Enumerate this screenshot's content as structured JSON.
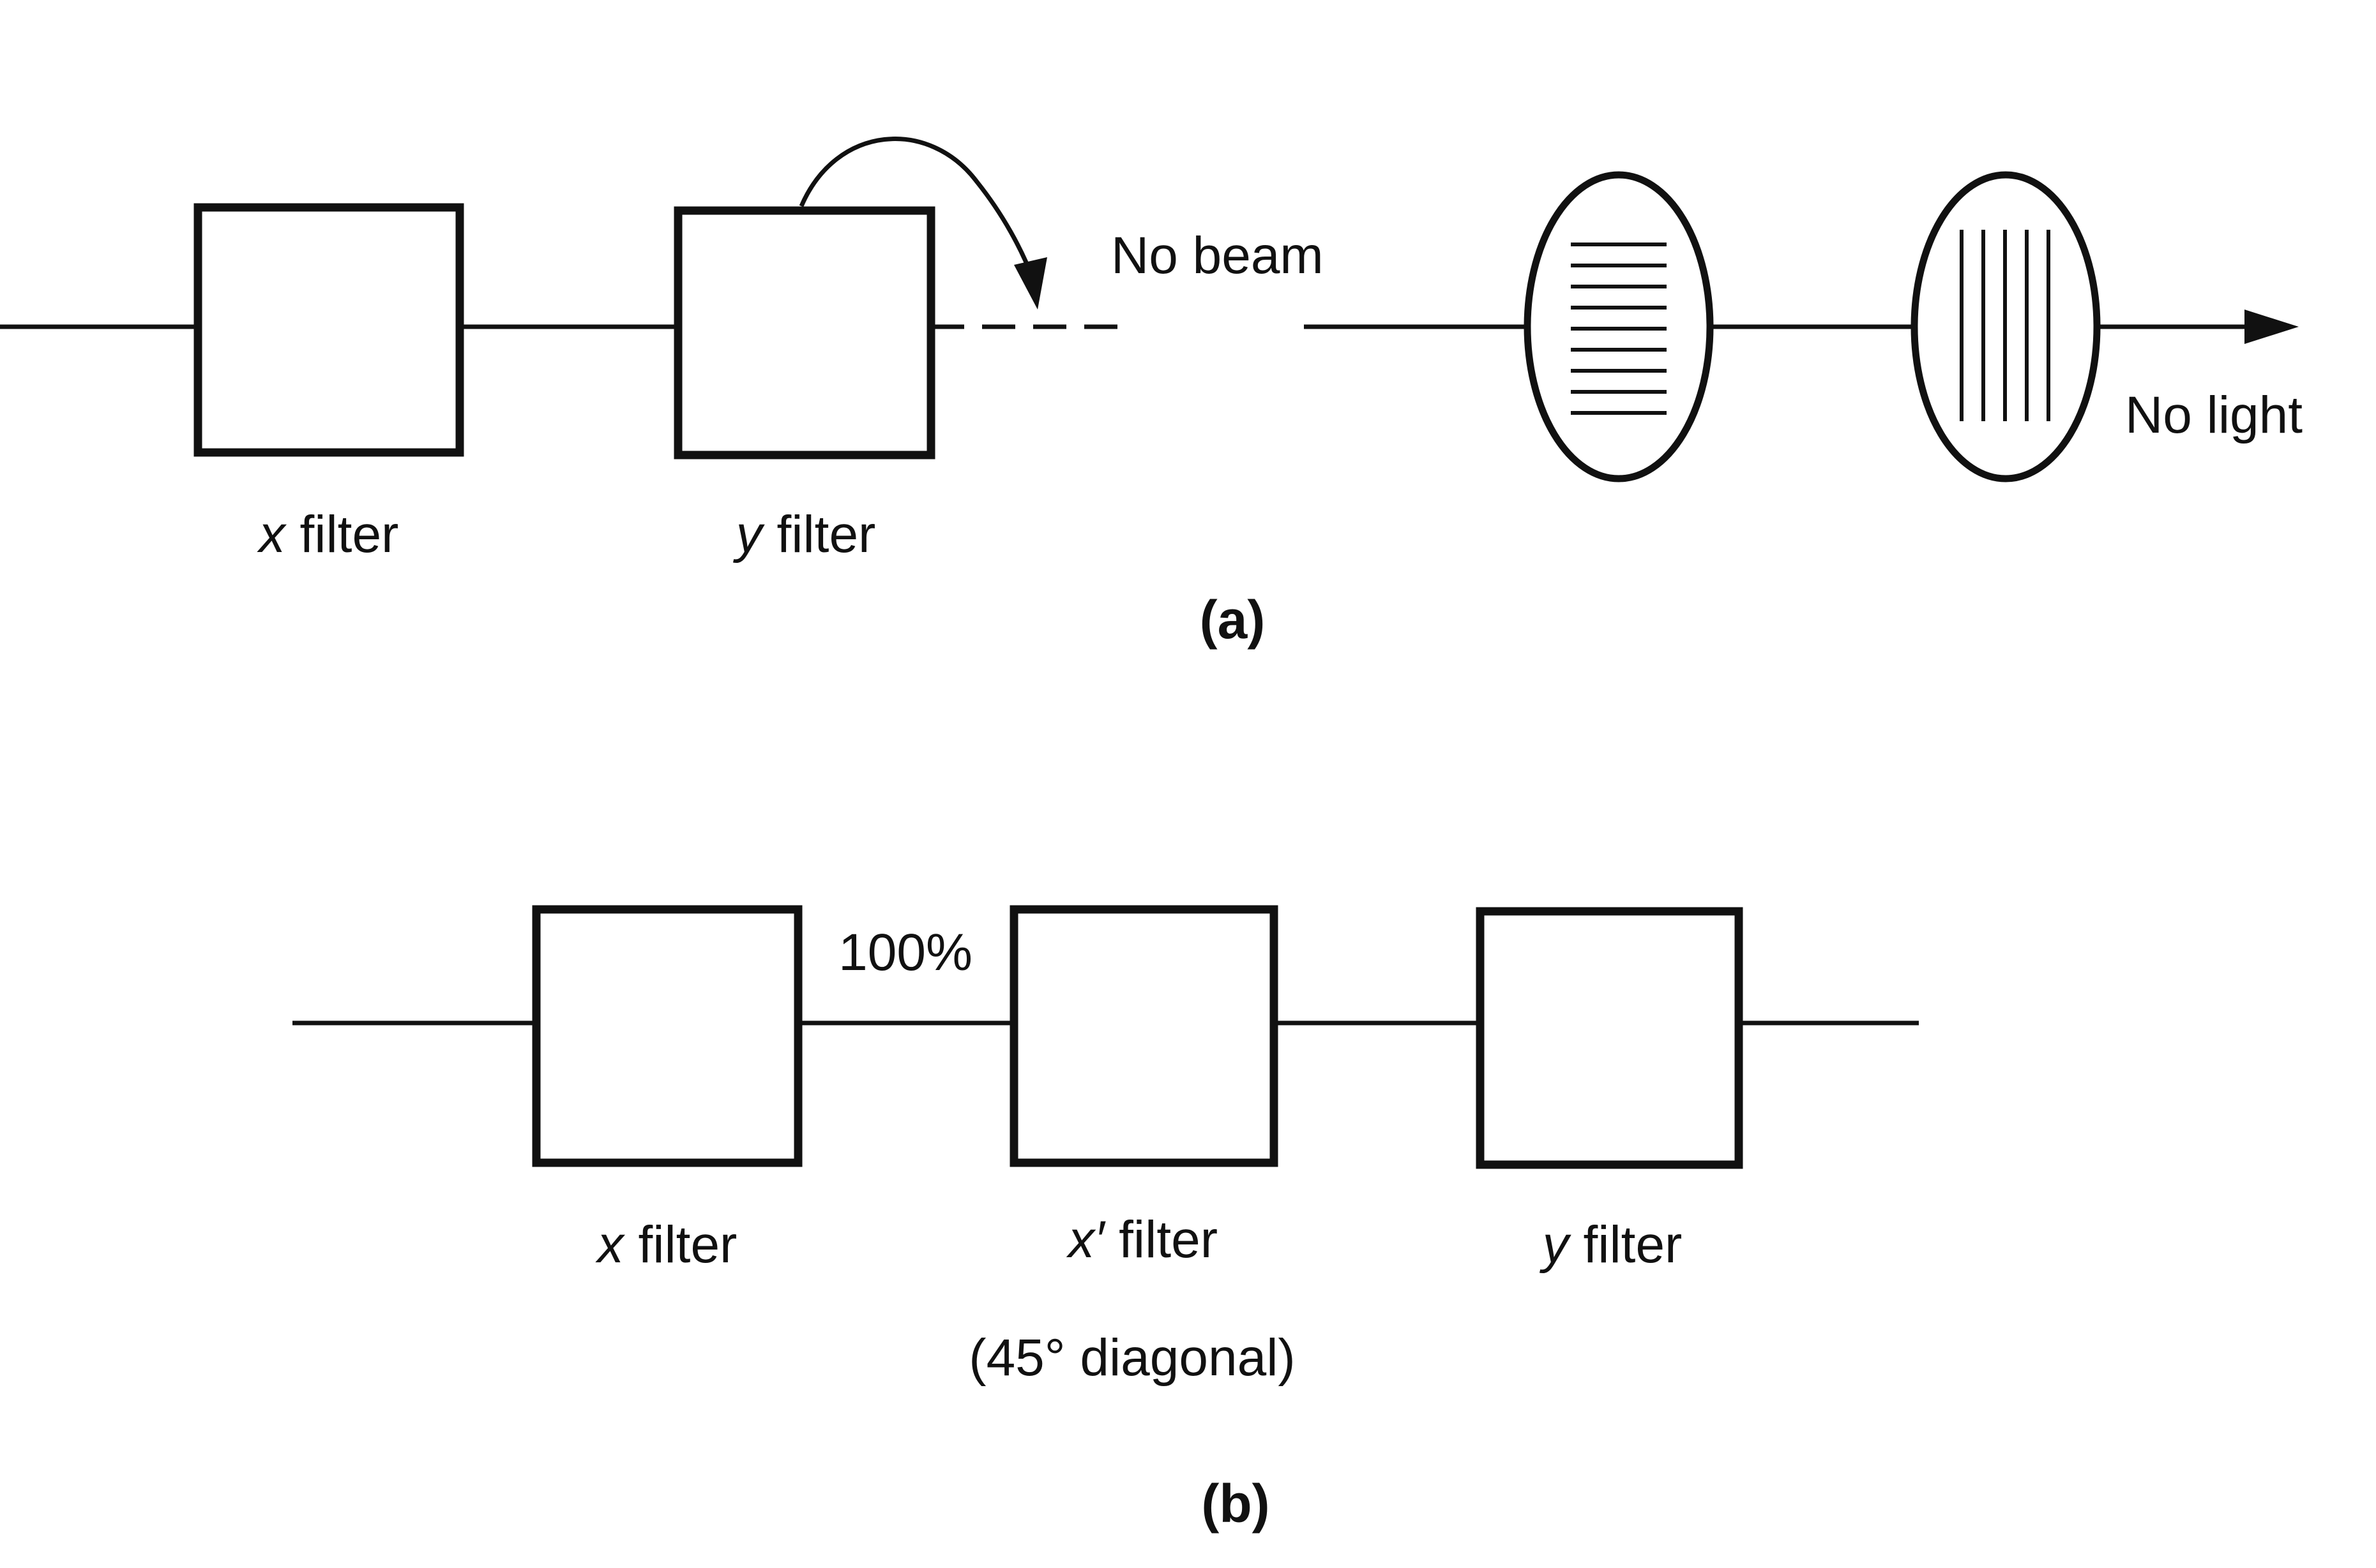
{
  "panel_a": {
    "panel_label": "(a)",
    "filters": [
      {
        "var": "x",
        "word": "filter"
      },
      {
        "var": "y",
        "word": "filter"
      }
    ],
    "no_beam": "No beam",
    "no_light": "No light"
  },
  "panel_b": {
    "panel_label": "(b)",
    "intensity": "100%",
    "filters": [
      {
        "var": "x",
        "word": "filter"
      },
      {
        "var": "x′",
        "word": "filter"
      },
      {
        "var": "y",
        "word": "filter"
      }
    ],
    "x_prime_note": "(45° diagonal)"
  }
}
